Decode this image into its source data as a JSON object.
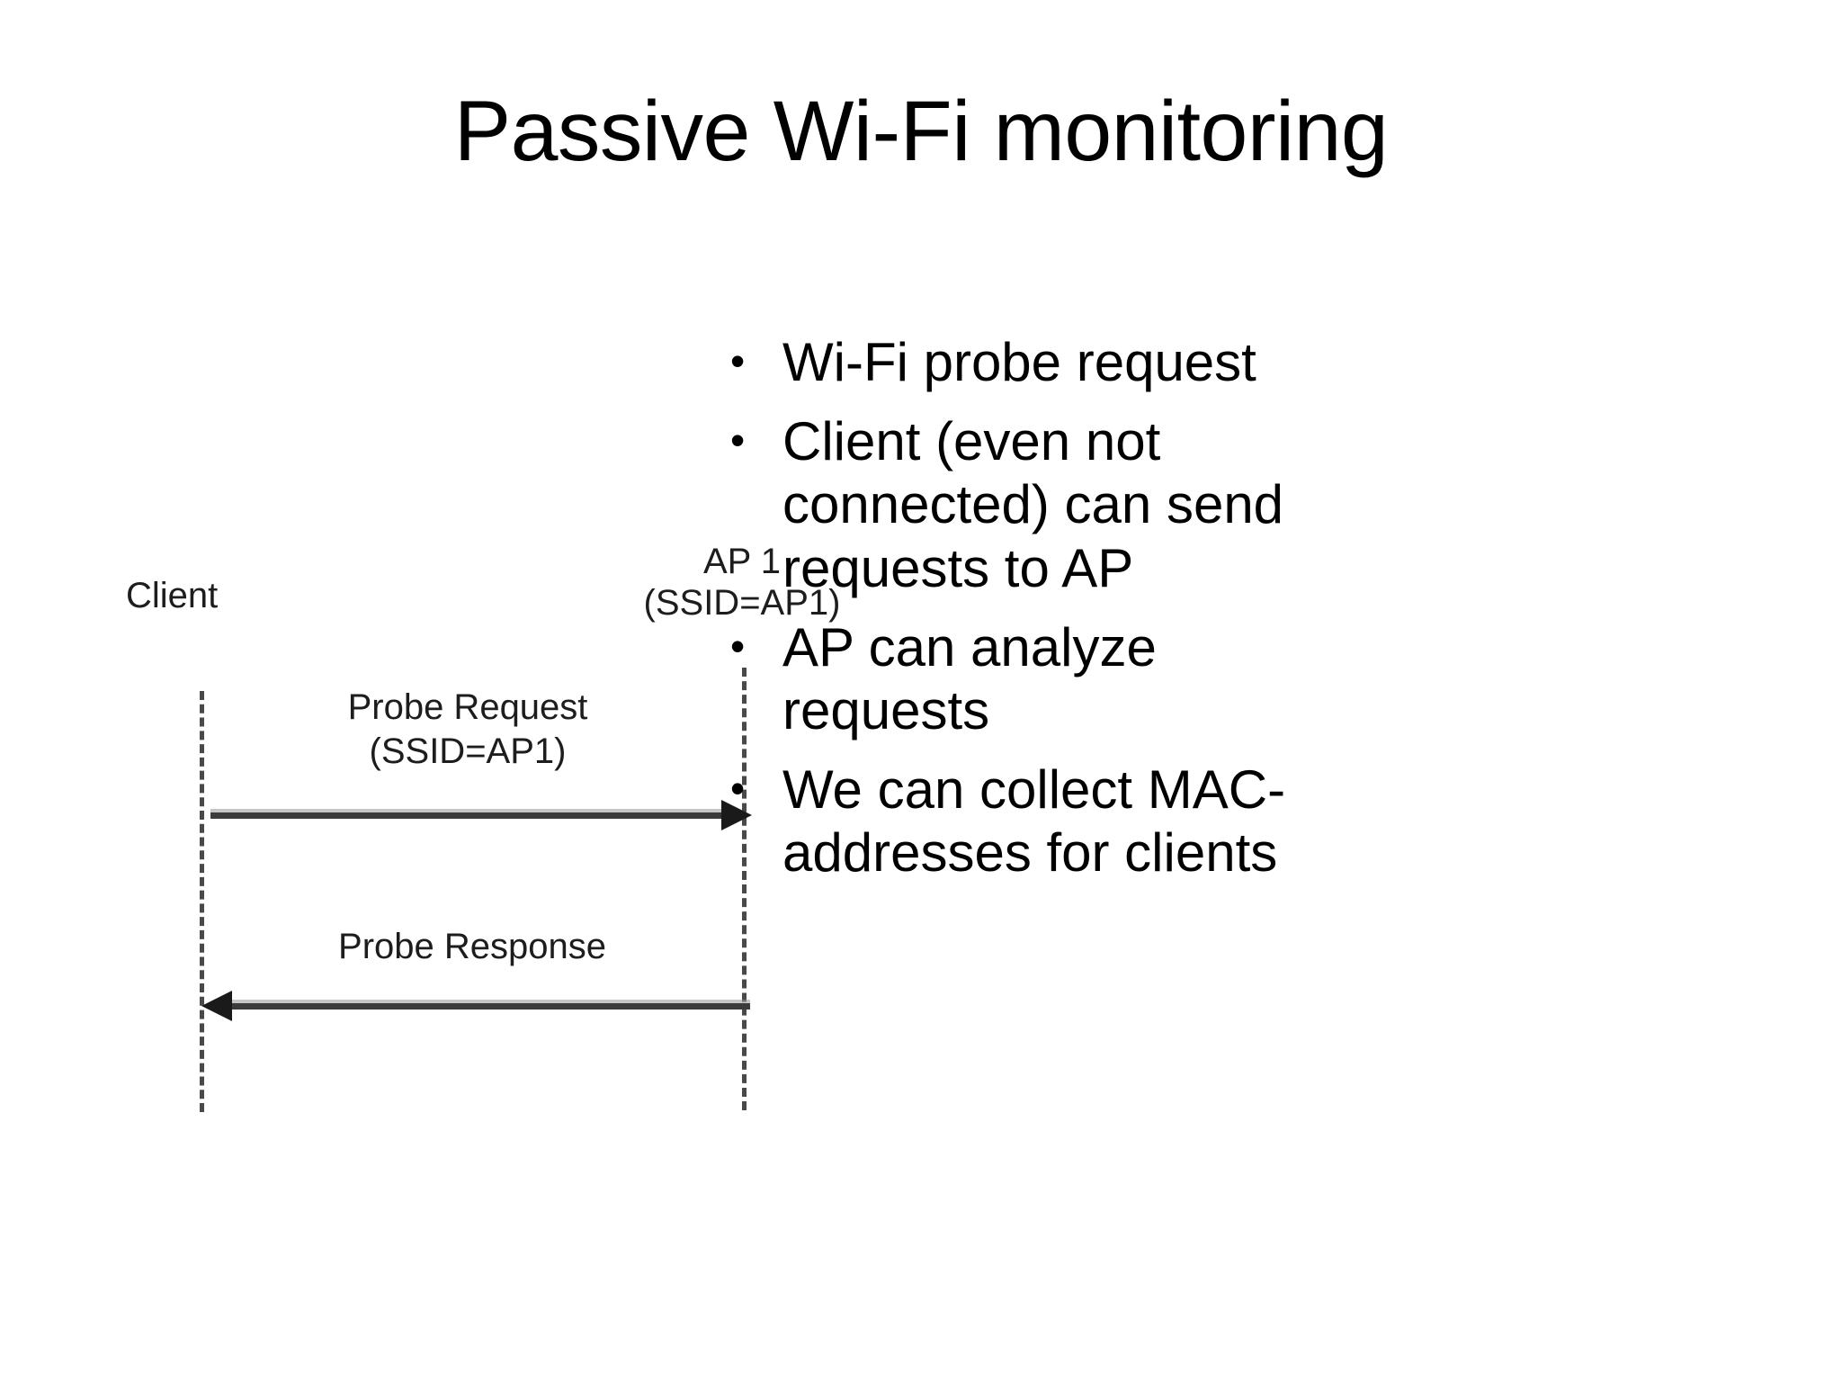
{
  "slide": {
    "title": "Passive Wi-Fi monitoring"
  },
  "bullets": {
    "marker": "•",
    "items": [
      {
        "text": "Wi-Fi probe request"
      },
      {
        "text": "Client (even not connected) can send requests to AP"
      },
      {
        "text": "AP can analyze requests"
      },
      {
        "text": "We can collect MAC-addresses for clients"
      }
    ]
  },
  "diagram": {
    "type": "sequence-diagram",
    "actors": [
      {
        "name": "client",
        "label": "Client",
        "sublabel": ""
      },
      {
        "name": "ap1",
        "label": "AP 1",
        "sublabel": "(SSID=AP1)"
      }
    ],
    "messages": [
      {
        "name": "probe-request",
        "label": "Probe Request",
        "sublabel": "(SSID=AP1)",
        "direction": "client-to-ap"
      },
      {
        "name": "probe-response",
        "label": "Probe Response",
        "sublabel": "",
        "direction": "ap-to-client"
      }
    ]
  },
  "colors": {
    "background": "#ffffff",
    "text": "#000000",
    "diagram_ink": "#1d1d1d",
    "arrow": "#3b3b3b"
  }
}
